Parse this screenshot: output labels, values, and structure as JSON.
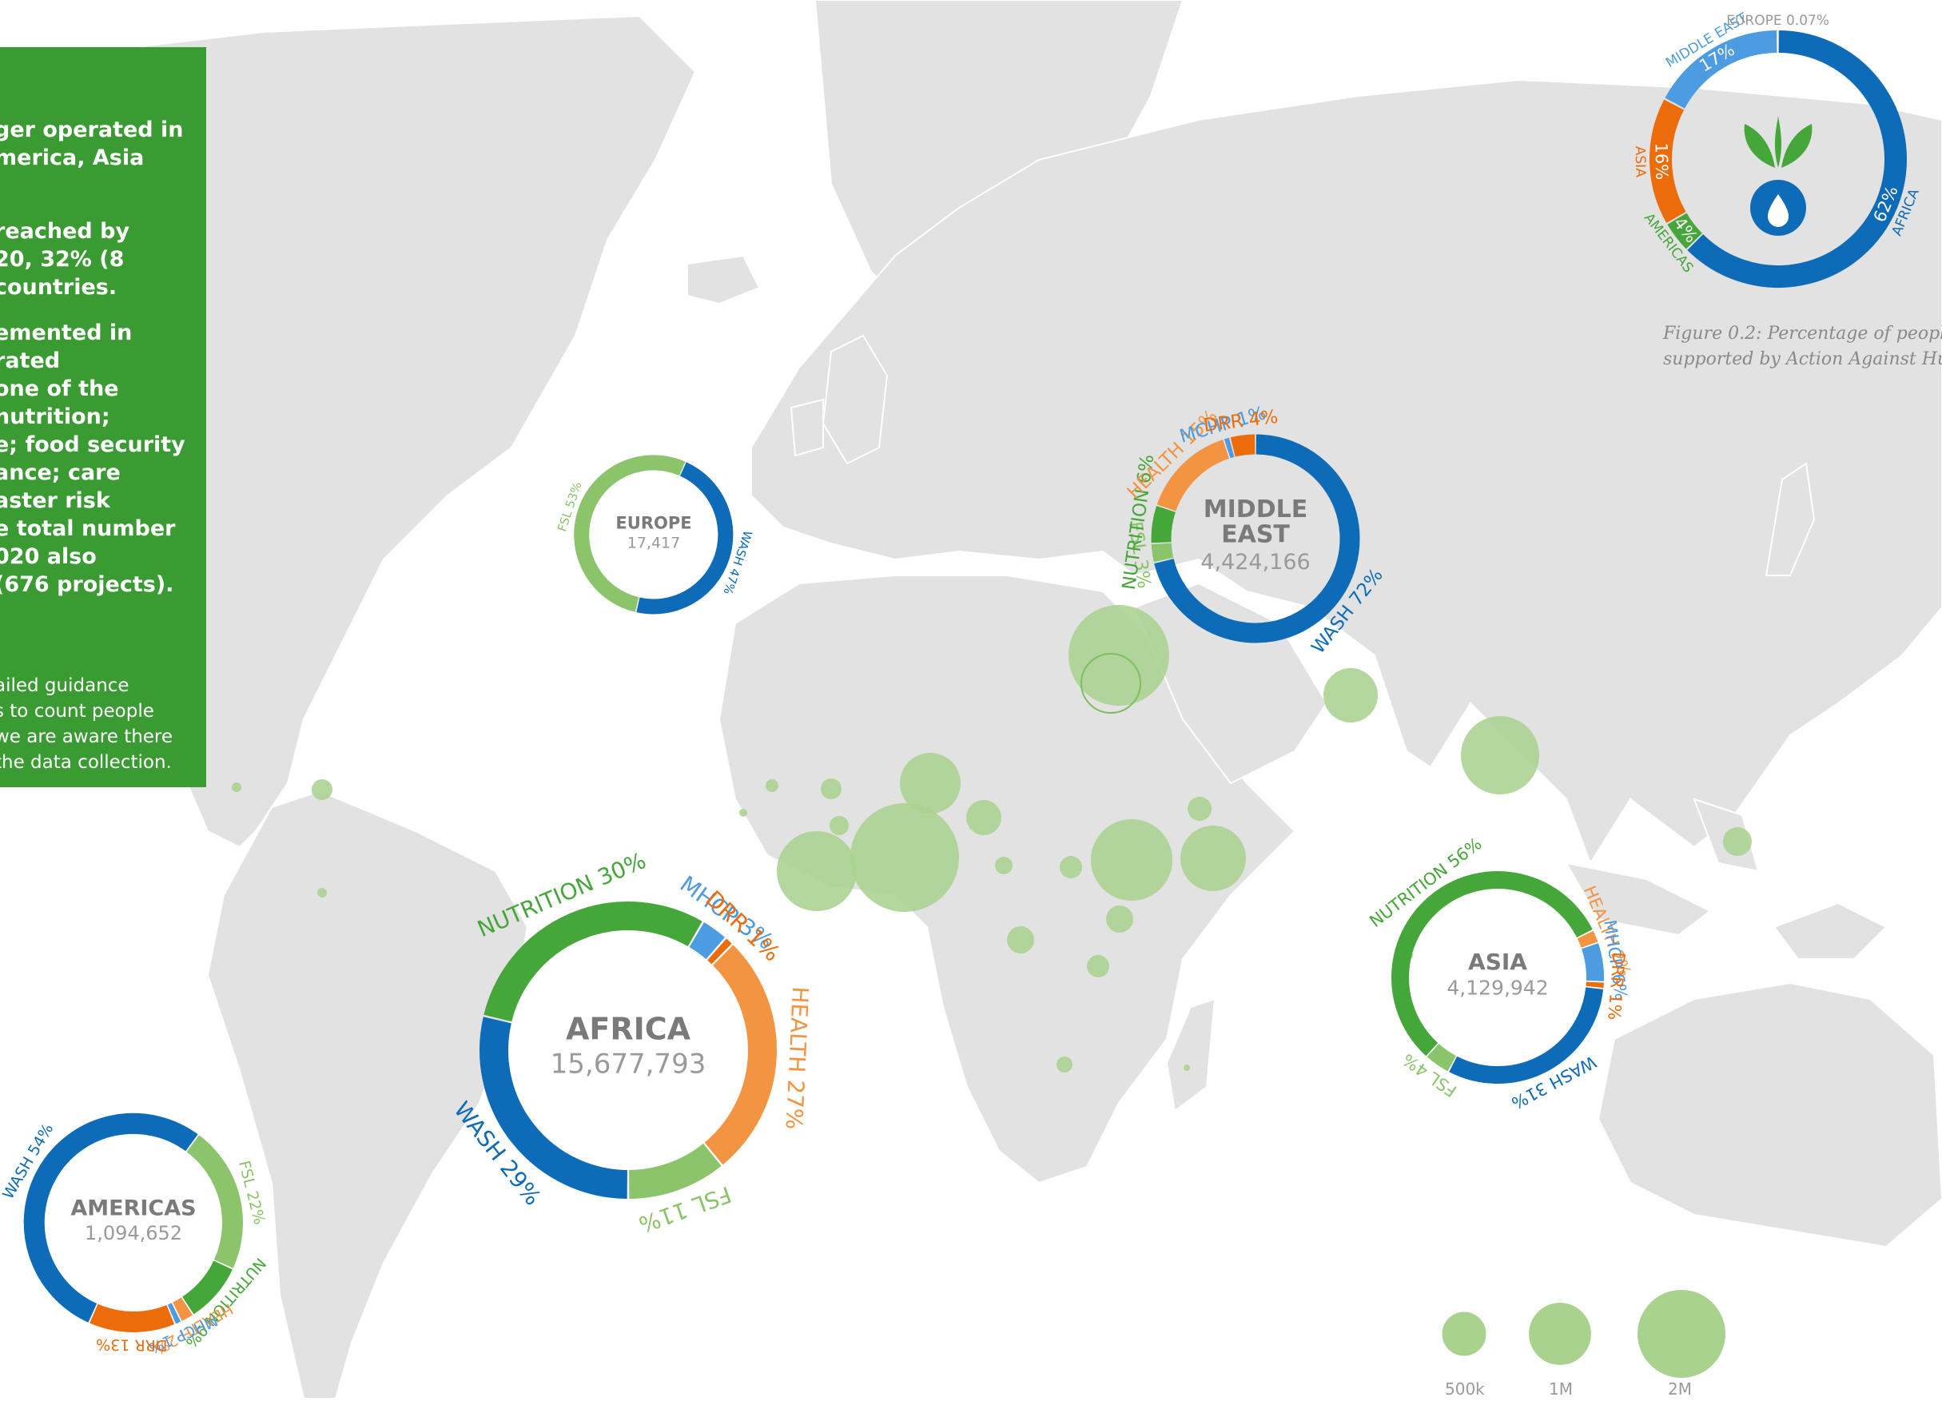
{
  "intro": {
    "paragraph1": "ger operated in\nmerica, Asia",
    "paragraph2": "reached by\n20, 32% (8\ncountries.",
    "paragraph3": "emented in\nrated\none of the\nnutrition;\ne; food security\nance; care\naster risk\ne total number\n020 also\n(676 projects).",
    "note": "ailed guidance\ns to count people\nwe are aware there\nthe data collection."
  },
  "figure_caption": "Figure 0.2: Percentage of people\nsupported by Action Against Hung",
  "colors": {
    "land": "#e2e2e2",
    "wash": "#0e6bb8",
    "nutrition": "#45a63a",
    "fsl": "#8bc46a",
    "health": "#f39443",
    "drr": "#ec6c0c",
    "mhcp": "#4d9be0",
    "bubble": "#a9d28e"
  },
  "icons": [
    "logo-icon"
  ],
  "chart_data": [
    {
      "type": "pie",
      "region": "AFRICA",
      "value": "15,677,793",
      "segments": [
        {
          "label": "WASH 29%",
          "pct": 29,
          "key": "wash"
        },
        {
          "label": "NUTRITION 30%",
          "pct": 30,
          "key": "nutrition"
        },
        {
          "label": "MHCP 3%",
          "pct": 3,
          "key": "mhcp"
        },
        {
          "label": "DRR 1%",
          "pct": 1,
          "key": "drr"
        },
        {
          "label": "HEALTH 27%",
          "pct": 27,
          "key": "health"
        },
        {
          "label": "FSL 11%",
          "pct": 11,
          "key": "fsl"
        }
      ]
    },
    {
      "type": "pie",
      "region": "MIDDLE\nEAST",
      "value": "4,424,166",
      "segments": [
        {
          "label": "WASH 72%",
          "pct": 72,
          "key": "wash"
        },
        {
          "label": "FSL 3%",
          "pct": 3,
          "key": "fsl"
        },
        {
          "label": "NUTRITION 6%",
          "pct": 6,
          "key": "nutrition"
        },
        {
          "label": "HEALTH 15%",
          "pct": 15,
          "key": "health"
        },
        {
          "label": "MCHP 1%",
          "pct": 1,
          "key": "mhcp"
        },
        {
          "label": "DRR 4%",
          "pct": 4,
          "key": "drr"
        }
      ]
    },
    {
      "type": "pie",
      "region": "ASIA",
      "value": "4,129,942",
      "segments": [
        {
          "label": "NUTRITION 56%",
          "pct": 56,
          "key": "nutrition"
        },
        {
          "label": "HEALTH 2%",
          "pct": 2,
          "key": "health"
        },
        {
          "label": "MHCP 6%",
          "pct": 6,
          "key": "mhcp"
        },
        {
          "label": "DRR 1%",
          "pct": 1,
          "key": "drr"
        },
        {
          "label": "WASH 31%",
          "pct": 31,
          "key": "wash"
        },
        {
          "label": "FSL 4%",
          "pct": 4,
          "key": "fsl"
        }
      ]
    },
    {
      "type": "pie",
      "region": "EUROPE",
      "value": "17,417",
      "segments": [
        {
          "label": "FSL 53%",
          "pct": 53,
          "key": "fsl"
        },
        {
          "label": "WASH 47%",
          "pct": 47,
          "key": "wash"
        }
      ]
    },
    {
      "type": "pie",
      "region": "AMERICAS",
      "value": "1,094,652",
      "segments": [
        {
          "label": "WASH 54%",
          "pct": 54,
          "key": "wash"
        },
        {
          "label": "FSL 22%",
          "pct": 22,
          "key": "fsl"
        },
        {
          "label": "NUTRITION 9%",
          "pct": 9,
          "key": "nutrition"
        },
        {
          "label": "HEALTH 2%",
          "pct": 2,
          "key": "health"
        },
        {
          "label": "MHCP 1%",
          "pct": 1,
          "key": "mhcp"
        },
        {
          "label": "DRR 13%",
          "pct": 13,
          "key": "drr"
        }
      ]
    },
    {
      "type": "pie",
      "title": "share by region",
      "segments": [
        {
          "label": "AFRICA",
          "value_label": "62%",
          "pct": 62,
          "key": "wash"
        },
        {
          "label": "AMERICAS",
          "value_label": "4%",
          "pct": 4,
          "key": "nutrition"
        },
        {
          "label": "ASIA",
          "value_label": "16%",
          "pct": 16,
          "key": "drr"
        },
        {
          "label": "MIDDLE EAST",
          "value_label": "17%",
          "pct": 17,
          "key": "mhcp"
        },
        {
          "label": "EUROPE 0.07%",
          "pct": 0.07,
          "key": "europe"
        }
      ]
    }
  ],
  "size_legend": [
    {
      "label": "500k",
      "value": 500000
    },
    {
      "label": "1M",
      "value": 1000000
    },
    {
      "label": "2M",
      "value": 2000000
    }
  ]
}
